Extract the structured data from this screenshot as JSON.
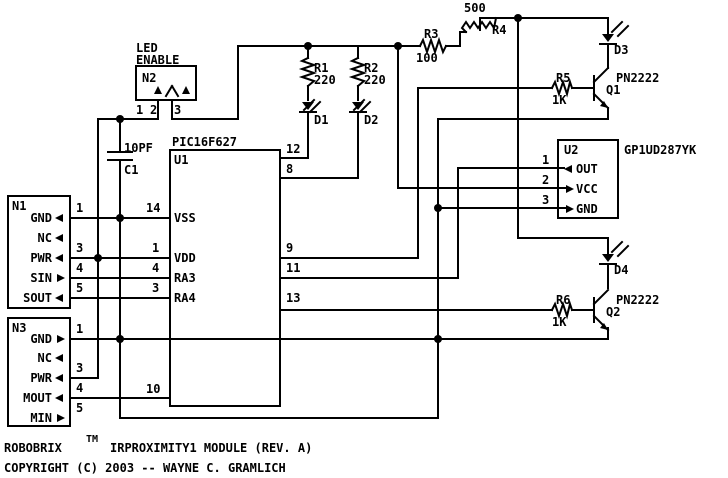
{
  "title": {
    "brand": "ROBOBRIX",
    "tm": "TM",
    "module": "IRPROXIMITY1 MODULE (REV. A)",
    "copyright": "COPYRIGHT (C) 2003 -- WAYNE C. GRAMLICH"
  },
  "n1": {
    "ref": "N1",
    "pins": [
      {
        "num": "1",
        "label": "GND"
      },
      {
        "num": "",
        "label": "NC"
      },
      {
        "num": "3",
        "label": "PWR"
      },
      {
        "num": "4",
        "label": "SIN"
      },
      {
        "num": "5",
        "label": "SOUT"
      }
    ]
  },
  "n3": {
    "ref": "N3",
    "pins": [
      {
        "num": "1",
        "label": "GND"
      },
      {
        "num": "",
        "label": "NC"
      },
      {
        "num": "3",
        "label": "PWR"
      },
      {
        "num": "4",
        "label": "MOUT"
      },
      {
        "num": "5",
        "label": "MIN"
      }
    ]
  },
  "n2": {
    "title1": "LED",
    "title2": "ENABLE",
    "ref": "N2",
    "pins": [
      "1",
      "2",
      "3"
    ]
  },
  "u1": {
    "part": "PIC16F627",
    "ref": "U1",
    "left_pins": [
      {
        "num": "14",
        "label": "VSS"
      },
      {
        "num": "1",
        "label": "VDD"
      },
      {
        "num": "4",
        "label": "RA3"
      },
      {
        "num": "3",
        "label": "RA4"
      },
      {
        "num": "10",
        "label": ""
      }
    ],
    "right_pins": [
      "12",
      "8",
      "9",
      "11",
      "13"
    ]
  },
  "u2": {
    "part": "GP1UD287YK",
    "ref": "U2",
    "pins": [
      {
        "num": "1",
        "label": "OUT"
      },
      {
        "num": "2",
        "label": "VCC"
      },
      {
        "num": "3",
        "label": "GND"
      }
    ]
  },
  "components": {
    "c1": {
      "ref": "C1",
      "value": "10PF"
    },
    "r1": {
      "ref": "R1",
      "value": "220"
    },
    "r2": {
      "ref": "R2",
      "value": "220"
    },
    "r3": {
      "ref": "R3",
      "value": "100"
    },
    "r4": {
      "ref": "R4",
      "value": "500"
    },
    "r5": {
      "ref": "R5",
      "value": "1K"
    },
    "r6": {
      "ref": "R6",
      "value": "1K"
    },
    "d1": {
      "ref": "D1"
    },
    "d2": {
      "ref": "D2"
    },
    "d3": {
      "ref": "D3"
    },
    "d4": {
      "ref": "D4"
    },
    "q1": {
      "ref": "Q1",
      "value": "PN2222"
    },
    "q2": {
      "ref": "Q2",
      "value": "PN2222"
    }
  }
}
